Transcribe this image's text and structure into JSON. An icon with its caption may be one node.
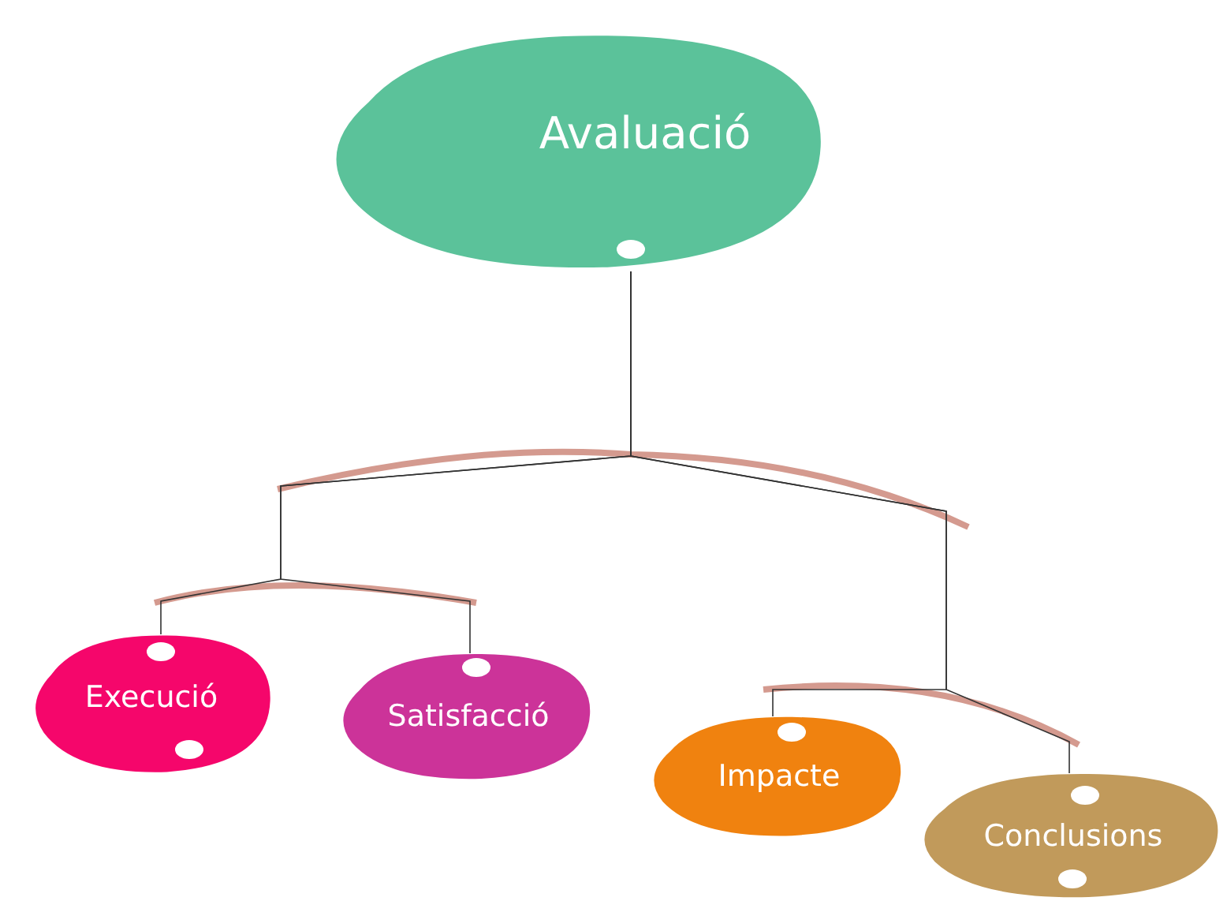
{
  "diagram": {
    "nodes": [
      {
        "text": [
          "Avaluació"
        ]
      },
      {
        "text": [
          "Execució"
        ]
      },
      {
        "text": [
          "Satisfacció"
        ]
      },
      {
        "text": [
          "Impacte"
        ]
      },
      {
        "text": [
          "Conclusions"
        ]
      }
    ],
    "edges": [
      {
        "from": 0,
        "to": 1,
        "arrow": "none"
      },
      {
        "from": 0,
        "to": 2,
        "arrow": "none"
      },
      {
        "from": 0,
        "to": 3,
        "arrow": "none"
      },
      {
        "from": 0,
        "to": 4,
        "arrow": "none"
      }
    ]
  }
}
